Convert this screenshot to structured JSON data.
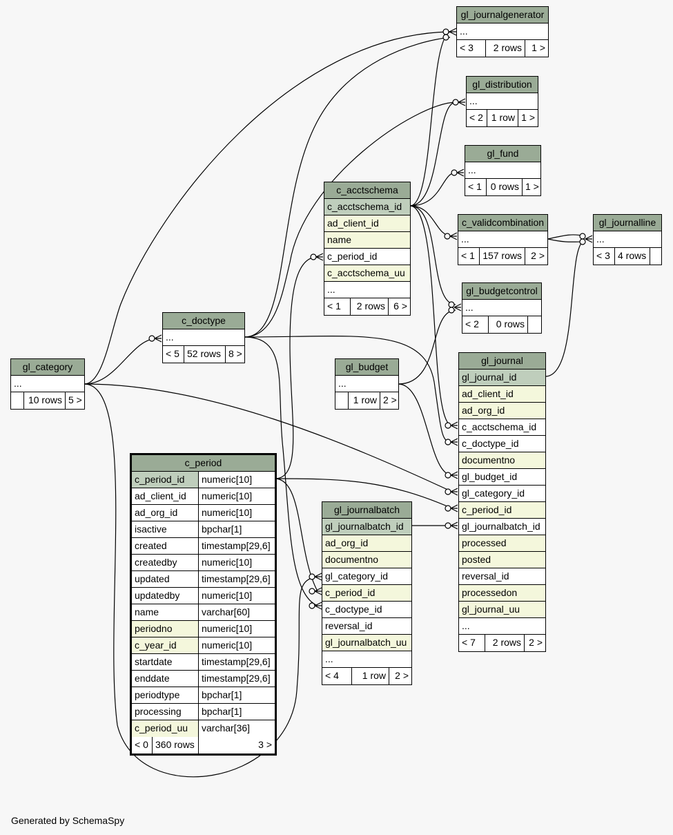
{
  "footer": "Generated by SchemaSpy",
  "tables": {
    "gl_journalgenerator": {
      "name": "gl_journalgenerator",
      "rows": [
        "..."
      ],
      "counts": [
        "< 3",
        "2 rows",
        "1 >"
      ]
    },
    "gl_distribution": {
      "name": "gl_distribution",
      "rows": [
        "..."
      ],
      "counts": [
        "< 2",
        "1 row",
        "1 >"
      ]
    },
    "gl_fund": {
      "name": "gl_fund",
      "rows": [
        "..."
      ],
      "counts": [
        "< 1",
        "0 rows",
        "1 >"
      ]
    },
    "c_acctschema": {
      "name": "c_acctschema",
      "rows": [
        "c_acctschema_id",
        "ad_client_id",
        "name",
        "c_period_id",
        "c_acctschema_uu",
        "..."
      ],
      "counts": [
        "< 1",
        "2 rows",
        "6 >"
      ]
    },
    "c_validcombination": {
      "name": "c_validcombination",
      "rows": [
        "..."
      ],
      "counts": [
        "< 1",
        "157 rows",
        "2 >"
      ]
    },
    "gl_journalline": {
      "name": "gl_journalline",
      "rows": [
        "..."
      ],
      "counts": [
        "< 3",
        "4 rows",
        ""
      ]
    },
    "gl_budgetcontrol": {
      "name": "gl_budgetcontrol",
      "rows": [
        "..."
      ],
      "counts": [
        "< 2",
        "0 rows",
        ""
      ]
    },
    "c_doctype": {
      "name": "c_doctype",
      "rows": [
        "..."
      ],
      "counts": [
        "< 5",
        "52 rows",
        "8 >"
      ]
    },
    "gl_category": {
      "name": "gl_category",
      "rows": [
        "..."
      ],
      "counts": [
        "",
        "10 rows",
        "5 >"
      ]
    },
    "gl_budget": {
      "name": "gl_budget",
      "rows": [
        "..."
      ],
      "counts": [
        "",
        "1 row",
        "2 >"
      ]
    },
    "gl_journal": {
      "name": "gl_journal",
      "rows": [
        "gl_journal_id",
        "ad_client_id",
        "ad_org_id",
        "c_acctschema_id",
        "c_doctype_id",
        "documentno",
        "gl_budget_id",
        "gl_category_id",
        "c_period_id",
        "gl_journalbatch_id",
        "processed",
        "posted",
        "reversal_id",
        "processedon",
        "gl_journal_uu",
        "..."
      ],
      "counts": [
        "< 7",
        "2 rows",
        "2 >"
      ]
    },
    "gl_journalbatch": {
      "name": "gl_journalbatch",
      "rows": [
        "gl_journalbatch_id",
        "ad_org_id",
        "documentno",
        "gl_category_id",
        "c_period_id",
        "c_doctype_id",
        "reversal_id",
        "gl_journalbatch_uu",
        "..."
      ],
      "counts": [
        "< 4",
        "1 row",
        "2 >"
      ]
    },
    "c_period": {
      "name": "c_period",
      "rows": [
        [
          "c_period_id",
          "numeric[10]"
        ],
        [
          "ad_client_id",
          "numeric[10]"
        ],
        [
          "ad_org_id",
          "numeric[10]"
        ],
        [
          "isactive",
          "bpchar[1]"
        ],
        [
          "created",
          "timestamp[29,6]"
        ],
        [
          "createdby",
          "numeric[10]"
        ],
        [
          "updated",
          "timestamp[29,6]"
        ],
        [
          "updatedby",
          "numeric[10]"
        ],
        [
          "name",
          "varchar[60]"
        ],
        [
          "periodno",
          "numeric[10]"
        ],
        [
          "c_year_id",
          "numeric[10]"
        ],
        [
          "startdate",
          "timestamp[29,6]"
        ],
        [
          "enddate",
          "timestamp[29,6]"
        ],
        [
          "periodtype",
          "bpchar[1]"
        ],
        [
          "processing",
          "bpchar[1]"
        ],
        [
          "c_period_uu",
          "varchar[36]"
        ]
      ],
      "counts": [
        "< 0",
        "360 rows",
        "3 >"
      ]
    }
  }
}
